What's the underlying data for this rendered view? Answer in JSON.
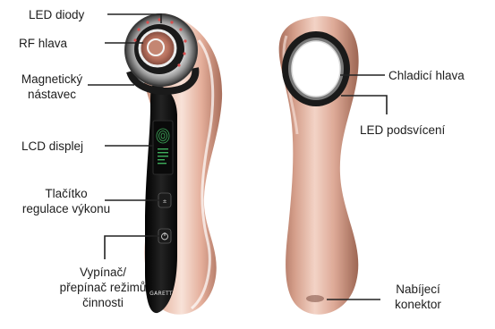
{
  "labels": {
    "led_diody": "LED diody",
    "rf_hlava": "RF hlava",
    "magneticky_line1": "Magnetický",
    "magneticky_line2": "nástavec",
    "lcd_displej": "LCD displej",
    "tlacitko_line1": "Tlačítko",
    "tlacitko_line2": "regulace výkonu",
    "vypinac_line1": "Vypínač/",
    "vypinac_line2": "přepínač režimů",
    "vypinac_line3": "činnosti",
    "chladici_hlava": "Chladicí hlava",
    "led_podsviceni": "LED podsvícení",
    "nabijeci_line1": "Nabíjecí",
    "nabijeci_line2": "konektor"
  },
  "device": {
    "brand": "GARETT"
  },
  "colors": {
    "body_pink": "#e6b8a6",
    "body_highlight": "#f7ddd2",
    "body_shadow": "#b37a66",
    "panel_black": "#111111",
    "leader_line": "#222222"
  }
}
